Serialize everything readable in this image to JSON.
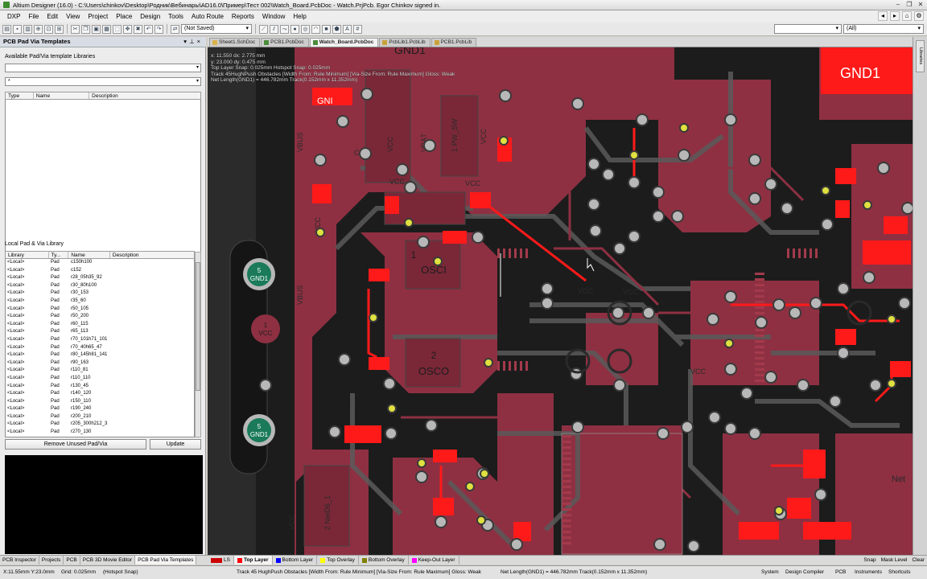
{
  "window": {
    "title": "Altium Designer (16.0) - C:\\Users\\chinkov\\Desktop\\Родник\\Вебинары\\AD16.0\\Пример\\Тест 002\\Watch_Board.PcbDoc - Watch.PrjPcb. Egor Chinkov signed in.",
    "controls": [
      "–",
      "❐",
      "✕"
    ]
  },
  "menu": [
    "DXP",
    "File",
    "Edit",
    "View",
    "Project",
    "Place",
    "Design",
    "Tools",
    "Auto Route",
    "Reports",
    "Window",
    "Help"
  ],
  "toolbar": {
    "saved_state": "(Not Saved)",
    "filter_value": "(All)"
  },
  "left_panel": {
    "title": "PCB Pad Via Templates",
    "available_label": "Available Pad/Via template Libraries",
    "filter_value": "*",
    "top_grid_columns": [
      "Type",
      "Name",
      "Description"
    ],
    "local_label": "Local Pad & Via Library",
    "lib_columns": [
      "Library",
      "Ty...",
      "Name",
      "Description"
    ],
    "lib_rows": [
      [
        "<Local>",
        "Pad",
        "c150h100"
      ],
      [
        "<Local>",
        "Pad",
        "c152"
      ],
      [
        "<Local>",
        "Pad",
        "r28_05h35_92"
      ],
      [
        "<Local>",
        "Pad",
        "r30_80h100"
      ],
      [
        "<Local>",
        "Pad",
        "r30_153"
      ],
      [
        "<Local>",
        "Pad",
        "r35_60"
      ],
      [
        "<Local>",
        "Pad",
        "r50_105"
      ],
      [
        "<Local>",
        "Pad",
        "r50_200"
      ],
      [
        "<Local>",
        "Pad",
        "r60_115"
      ],
      [
        "<Local>",
        "Pad",
        "r65_113"
      ],
      [
        "<Local>",
        "Pad",
        "r70_101h71_101"
      ],
      [
        "<Local>",
        "Pad",
        "r70_40h65_47"
      ],
      [
        "<Local>",
        "Pad",
        "r80_145h81_141"
      ],
      [
        "<Local>",
        "Pad",
        "r90_163"
      ],
      [
        "<Local>",
        "Pad",
        "r110_81"
      ],
      [
        "<Local>",
        "Pad",
        "r110_110"
      ],
      [
        "<Local>",
        "Pad",
        "r130_45"
      ],
      [
        "<Local>",
        "Pad",
        "r140_120"
      ],
      [
        "<Local>",
        "Pad",
        "r150_110"
      ],
      [
        "<Local>",
        "Pad",
        "r190_240"
      ],
      [
        "<Local>",
        "Pad",
        "r200_210"
      ],
      [
        "<Local>",
        "Pad",
        "r205_300h212_3"
      ],
      [
        "<Local>",
        "Pad",
        "r270_130"
      ]
    ],
    "remove_btn": "Remove Unused Pad/Via",
    "update_btn": "Update"
  },
  "doc_tabs": [
    "Sheet1.SchDoc",
    "PCB1.PcbDoc",
    "Watch_Board.PcbDoc",
    "PcbLib1.PcbLib",
    "PCB1.PcbLib"
  ],
  "hud": [
    "x: 11.550   dx: 2.775 mm",
    "y: 23.000   dy: 0.475 mm",
    "Top Layer Snap: 0.025mm Hotspot Snap: 0.025mm",
    "Track 45HugNPush Obstacles [Width From: Rule Minimum] [Via-Size From: Rule Maximum] Gloss: Weak",
    "Net Length(GND1) = 446.782mm Track(0.152mm x 11.352mm)"
  ],
  "pcb_labels": {
    "gnd1_big": "GND1",
    "gnd_top": "GND1",
    "gni": "GNI",
    "vbus": "VBUS",
    "vbat": "VBAT",
    "vcc": "VCC",
    "cc": "CC",
    "pw_sw": "1 PW_SW",
    "osci_num": "1",
    "osci": "OSCI",
    "osco_num": "2",
    "osco": "OSCO",
    "net": "Net",
    "netd6": "2 NetD6_1",
    "pad5_num": "5",
    "pad5_gnd": "GND1",
    "vcc1_num": "1",
    "vcc1": "VCC"
  },
  "right_strip_tab": "Libraries",
  "panel_tabs": [
    "PCB Inspector",
    "Projects",
    "PCB",
    "PCB 3D Movie Editor",
    "PCB Pad Via Templates"
  ],
  "layer_tabs": [
    {
      "label": "LS",
      "color": "#cc0000"
    },
    {
      "label": "Top Layer",
      "color": "#ff0000"
    },
    {
      "label": "Bottom Layer",
      "color": "#0000ff"
    },
    {
      "label": "Top Overlay",
      "color": "#ffff00"
    },
    {
      "label": "Bottom Overlay",
      "color": "#808000"
    },
    {
      "label": "Keep-Out Layer",
      "color": "#ff00ff"
    }
  ],
  "layer_right": [
    "Snap",
    "Mask Level",
    "Clear"
  ],
  "status": {
    "coords": "X:11.55mm Y:23.0mm",
    "grid": "Grid: 0.025mm",
    "snap": "(Hotspot Snap)",
    "mode": "Track 45 HughPush Obstacles [Width From: Rule Minimum] [Via-Size From: Rule Maximum] Gloss: Weak",
    "net": "Net Length(GND1) = 446.782mm Track(0.152mm x 11.352mm)",
    "buttons": [
      "System",
      "Design Compiler",
      "PCB",
      "Instruments",
      "Shortcuts"
    ]
  },
  "colors": {
    "board": "#8e3042",
    "copper": "#ff1a1a",
    "background": "#1d1d1d",
    "pad": "#b8b8b8"
  }
}
